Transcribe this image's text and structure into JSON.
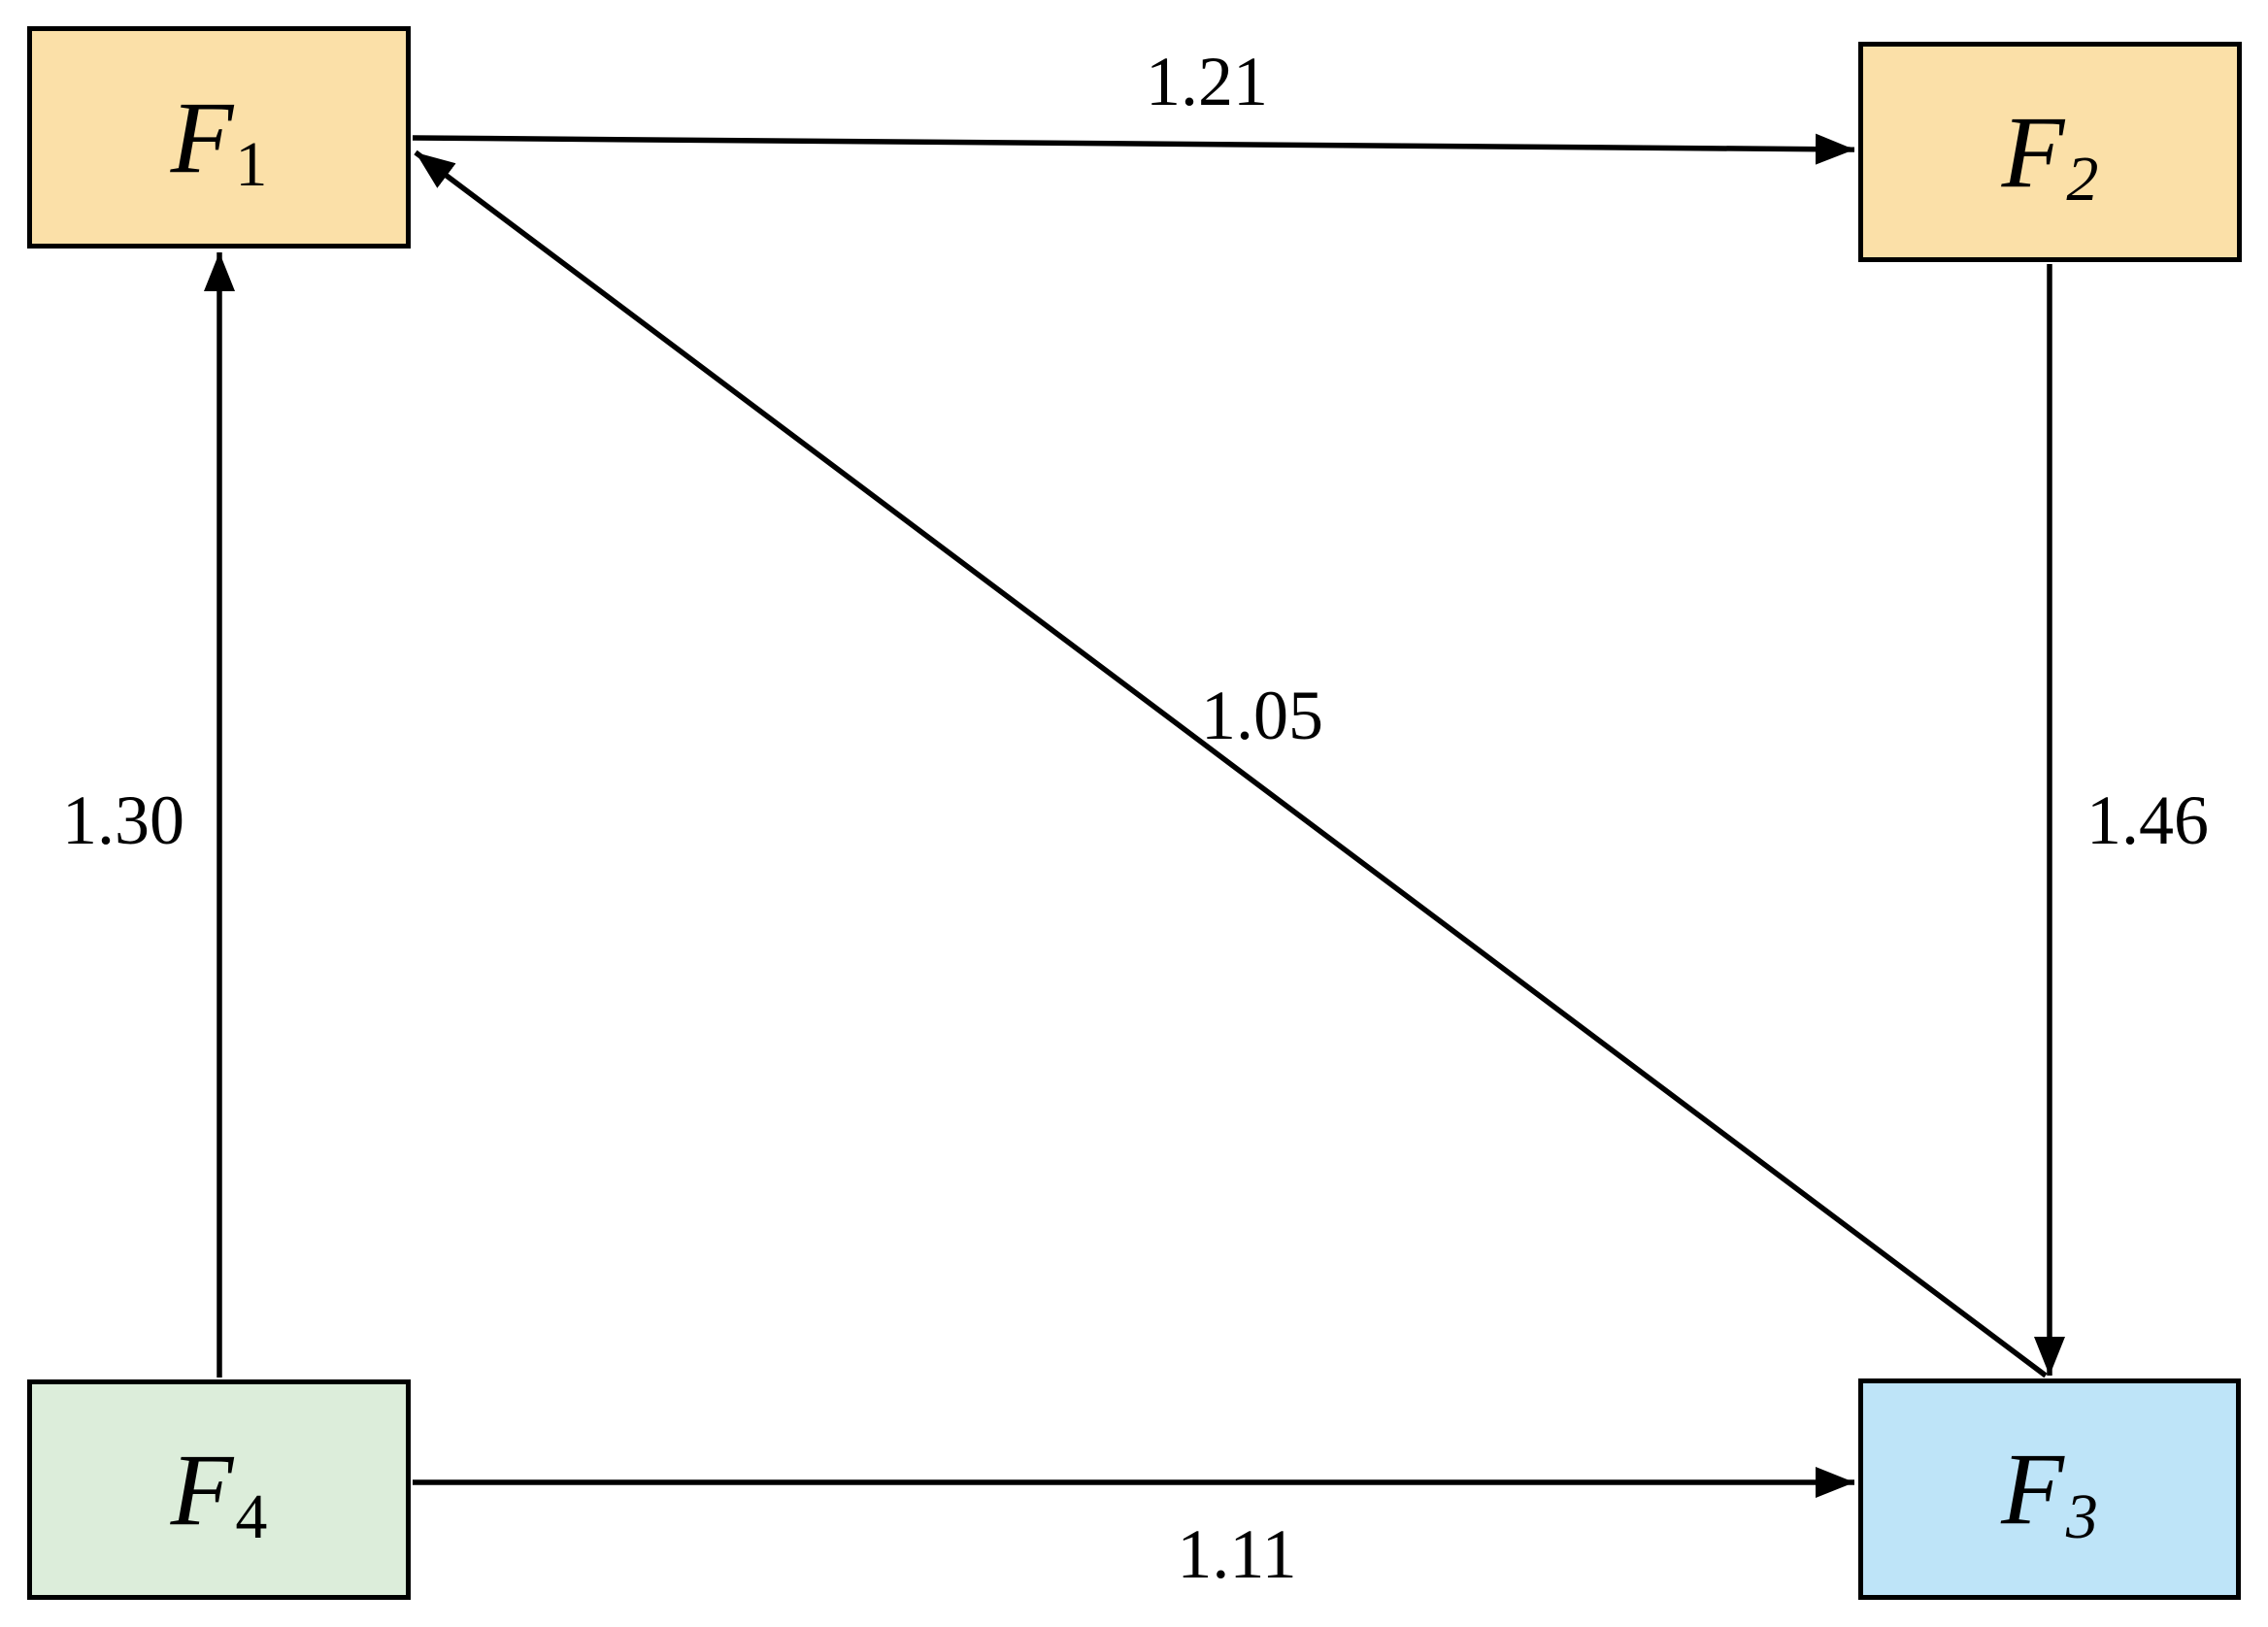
{
  "diagram": {
    "type": "directed-weighted-graph",
    "background": "#FFFFFF",
    "nodes": [
      {
        "id": "F1",
        "label": "F",
        "sub": "1",
        "fill": "#FBE0A8",
        "position": "top-left"
      },
      {
        "id": "F2",
        "label": "F",
        "sub": "2",
        "fill": "#FBE0A8",
        "position": "top-right"
      },
      {
        "id": "F3",
        "label": "F",
        "sub": "3",
        "fill": "#BEE4F8",
        "position": "bottom-right"
      },
      {
        "id": "F4",
        "label": "F",
        "sub": "4",
        "fill": "#DCEDDA",
        "position": "bottom-left"
      }
    ],
    "edges": [
      {
        "from": "F1",
        "to": "F2",
        "weight": "1.21"
      },
      {
        "from": "F2",
        "to": "F3",
        "weight": "1.46"
      },
      {
        "from": "F3",
        "to": "F1",
        "weight": "1.05"
      },
      {
        "from": "F4",
        "to": "F1",
        "weight": "1.30"
      },
      {
        "from": "F4",
        "to": "F3",
        "weight": "1.11"
      }
    ],
    "colors": {
      "node_warm": "#FBE0A8",
      "node_blue": "#BEE4F8",
      "node_green": "#DCEDDA",
      "edge_stroke": "#000000",
      "label_text": "#000000"
    }
  }
}
